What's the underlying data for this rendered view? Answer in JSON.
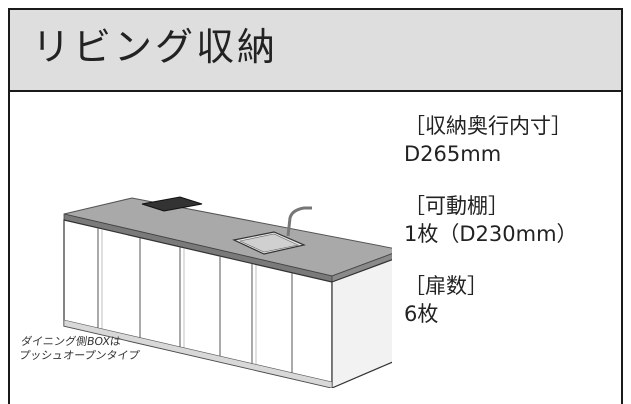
{
  "header": {
    "title": "リビング収納"
  },
  "illustration": {
    "caption_lines": [
      "ダイニング側BOXは",
      "プッシュオープンタイプ"
    ]
  },
  "specs": [
    {
      "label": "［収納奥行内寸］",
      "value": "D265mm"
    },
    {
      "label": "［可動棚］",
      "value": "1枚（D230mm）"
    },
    {
      "label": "［扉数］",
      "value": "6枚"
    }
  ]
}
